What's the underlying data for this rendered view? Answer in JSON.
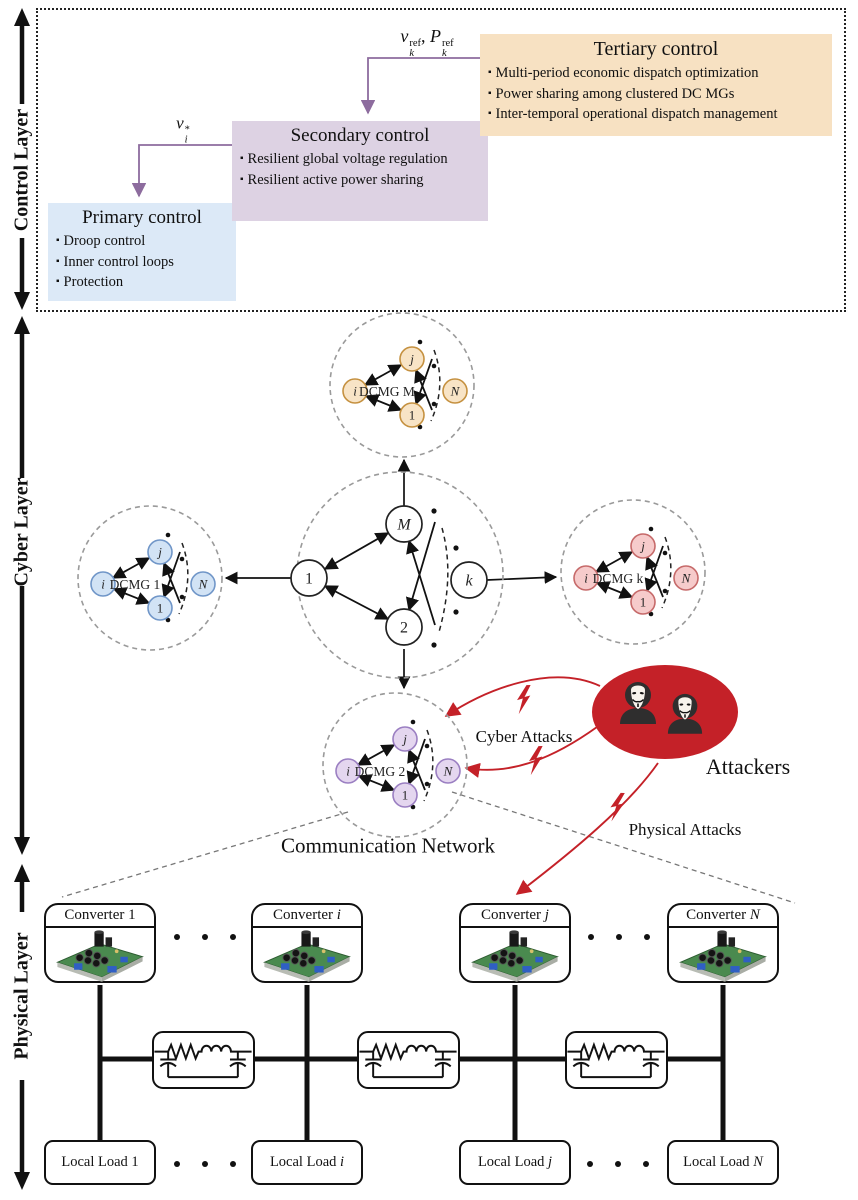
{
  "figure": {
    "layer_labels": {
      "control": "Control Layer",
      "cyber": "Cyber Layer",
      "physical": "Physical Layer"
    }
  },
  "control": {
    "primary": {
      "title": "Primary control",
      "bullets": [
        "Droop control",
        "Inner control loops",
        "Protection"
      ]
    },
    "secondary": {
      "title": "Secondary control",
      "bullets": [
        "Resilient global voltage regulation",
        "Resilient active power sharing"
      ]
    },
    "tertiary": {
      "title": "Tertiary control",
      "bullets": [
        "Multi-period economic dispatch optimization",
        "Power sharing among clustered DC MGs",
        "Inter-temporal operational dispatch management"
      ]
    },
    "signal_to_primary": {
      "base": "v",
      "sup": "*",
      "sub": "i"
    },
    "signal_to_secondary": {
      "base1": "v",
      "sup1": "ref",
      "sub1": "k",
      "sep": ", ",
      "base2": "P",
      "sup2": "ref",
      "sub2": "k"
    }
  },
  "cyber": {
    "hub_nodes": [
      "1",
      "M",
      "2",
      "k"
    ],
    "clusters": [
      {
        "name": "DCMG M",
        "nodes": [
          "i",
          "j",
          "1",
          "N"
        ]
      },
      {
        "name": "DCMG 1",
        "nodes": [
          "i",
          "j",
          "1",
          "N"
        ]
      },
      {
        "name": "DCMG k",
        "nodes": [
          "i",
          "j",
          "1",
          "N"
        ]
      },
      {
        "name": "DCMG 2",
        "nodes": [
          "i",
          "j",
          "1",
          "N"
        ]
      }
    ],
    "communication_label": "Communication Network",
    "attackers_label": "Attackers",
    "cyber_attacks_label": "Cyber Attacks",
    "physical_attacks_label": "Physical Attacks"
  },
  "physical": {
    "converters": [
      {
        "name": "Converter",
        "index": "1"
      },
      {
        "name": "Converter",
        "index": "i"
      },
      {
        "name": "Converter",
        "index": "j"
      },
      {
        "name": "Converter",
        "index": "N"
      }
    ],
    "loads": [
      {
        "name": "Local Load",
        "index": "1"
      },
      {
        "name": "Local Load",
        "index": "i"
      },
      {
        "name": "Local Load",
        "index": "j"
      },
      {
        "name": "Local Load",
        "index": "N"
      }
    ]
  },
  "colors": {
    "attack_red": "#c42128",
    "control_arrow_purple": "#8d6c9e",
    "primary_box": "#dce9f7",
    "secondary_box": "#ddd2e3",
    "tertiary_box": "#f7e1c2",
    "dcmg_m_node": "#f8e4c6",
    "dcmg_1_node": "#d2e3f5",
    "dcmg_k_node": "#f6cbcb",
    "dcmg_2_node": "#e4d6ef"
  }
}
